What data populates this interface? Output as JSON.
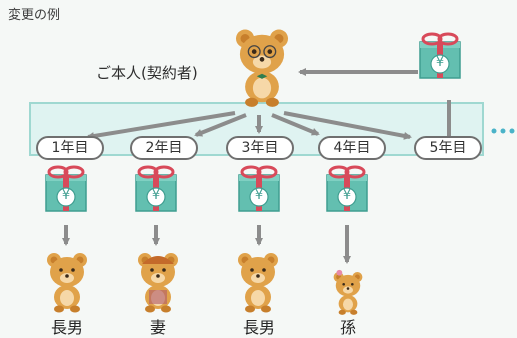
{
  "caption": "変更の例",
  "policyholder": "ご本人(契約者)",
  "years": [
    "1年目",
    "2年目",
    "3年目",
    "4年目",
    "5年目"
  ],
  "gift_symbol": "¥",
  "recipients": [
    "長男",
    "妻",
    "長男",
    "孫"
  ],
  "more_indicator": "…",
  "colors": {
    "box": "#63bfb0",
    "box_dark": "#3f9e90",
    "ribbon": "#d84a5a",
    "band": "#dff3f1",
    "band_border": "#9fd8d1",
    "arrow": "#8c8c8c",
    "dots": "#4ab3c8",
    "bear": "#e0a24a"
  }
}
